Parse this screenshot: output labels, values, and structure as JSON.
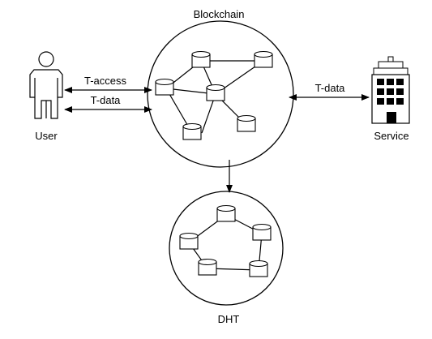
{
  "labels": {
    "blockchain": "Blockchain",
    "dht": "DHT",
    "user": "User",
    "service": "Service",
    "t_access": "T-access",
    "t_data_user": "T-data",
    "t_data_service": "T-data"
  },
  "colors": {
    "stroke": "#000000",
    "background": "#ffffff",
    "fill": "#ffffff"
  },
  "icons": {
    "user": "person-icon",
    "service": "building-icon",
    "node": "database-icon"
  }
}
